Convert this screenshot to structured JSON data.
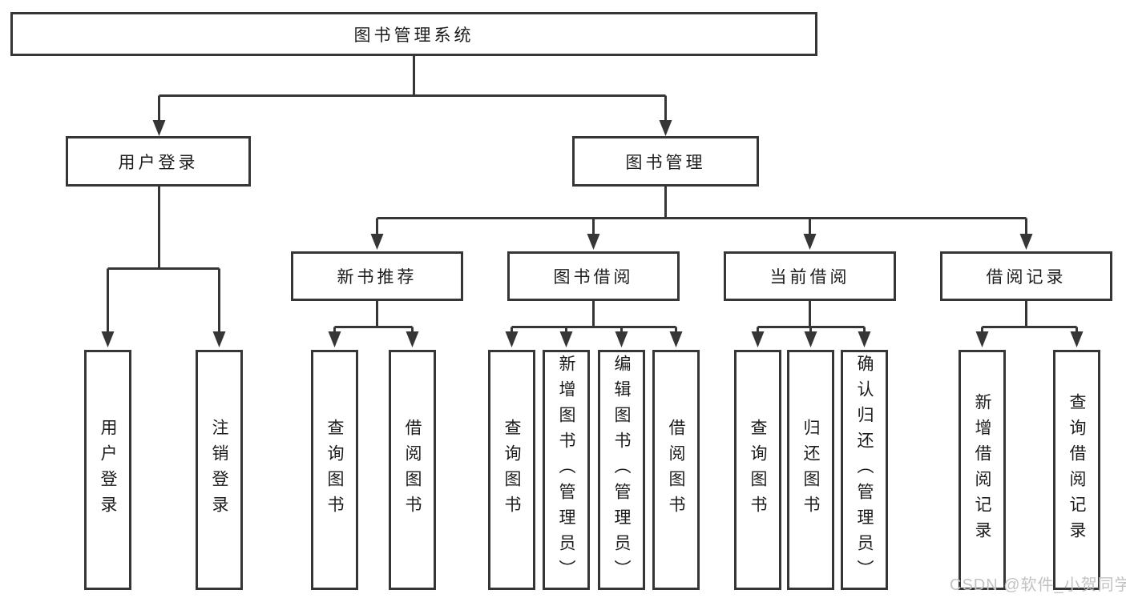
{
  "diagram": {
    "root": {
      "label": "图书管理系统"
    },
    "branches": [
      {
        "label": "用户登录",
        "children": [
          {
            "label": "用户登录"
          },
          {
            "label": "注销登录"
          }
        ]
      },
      {
        "label": "图书管理",
        "sections": [
          {
            "label": "新书推荐",
            "children": [
              {
                "label": "查询图书"
              },
              {
                "label": "借阅图书"
              }
            ]
          },
          {
            "label": "图书借阅",
            "children": [
              {
                "label": "查询图书"
              },
              {
                "label": "新增图书（管理员）"
              },
              {
                "label": "编辑图书（管理员）"
              },
              {
                "label": "借阅图书"
              }
            ]
          },
          {
            "label": "当前借阅",
            "children": [
              {
                "label": "查询图书"
              },
              {
                "label": "归还图书"
              },
              {
                "label": "确认归还（管理员）"
              }
            ]
          },
          {
            "label": "借阅记录",
            "children": [
              {
                "label": "新增借阅记录"
              },
              {
                "label": "查询借阅记录"
              }
            ]
          }
        ]
      }
    ],
    "watermark": "CSDN @软件_小贺同学",
    "colors": {
      "line": "#363636",
      "text": "#1c1c1c",
      "watermark": "#c2c2c2",
      "background": "#ffffff"
    }
  }
}
